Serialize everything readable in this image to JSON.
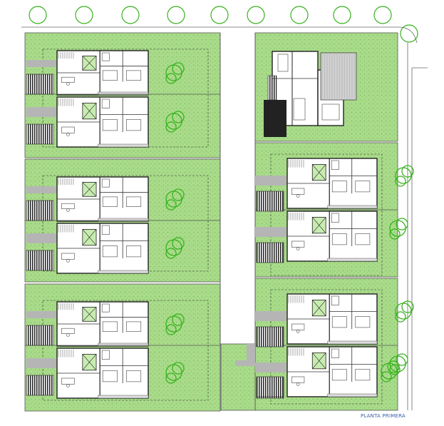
{
  "drawing": {
    "title": "PLANTA PRIMERA",
    "colors": {
      "garden": "#a4d884",
      "garden_dark": "#7dbd5e",
      "tree": "#37b21d",
      "wall": "#222222",
      "paving": "#b5b5b5",
      "lines": "#444444",
      "caption": "#3b5fa8"
    },
    "blocks": [
      {
        "id": "block-left-1",
        "units": 2
      },
      {
        "id": "block-left-2",
        "units": 2
      },
      {
        "id": "block-left-3",
        "units": 2
      },
      {
        "id": "block-right-top",
        "units": 1
      },
      {
        "id": "block-right-2",
        "units": 2
      },
      {
        "id": "block-right-3",
        "units": 2
      }
    ]
  }
}
